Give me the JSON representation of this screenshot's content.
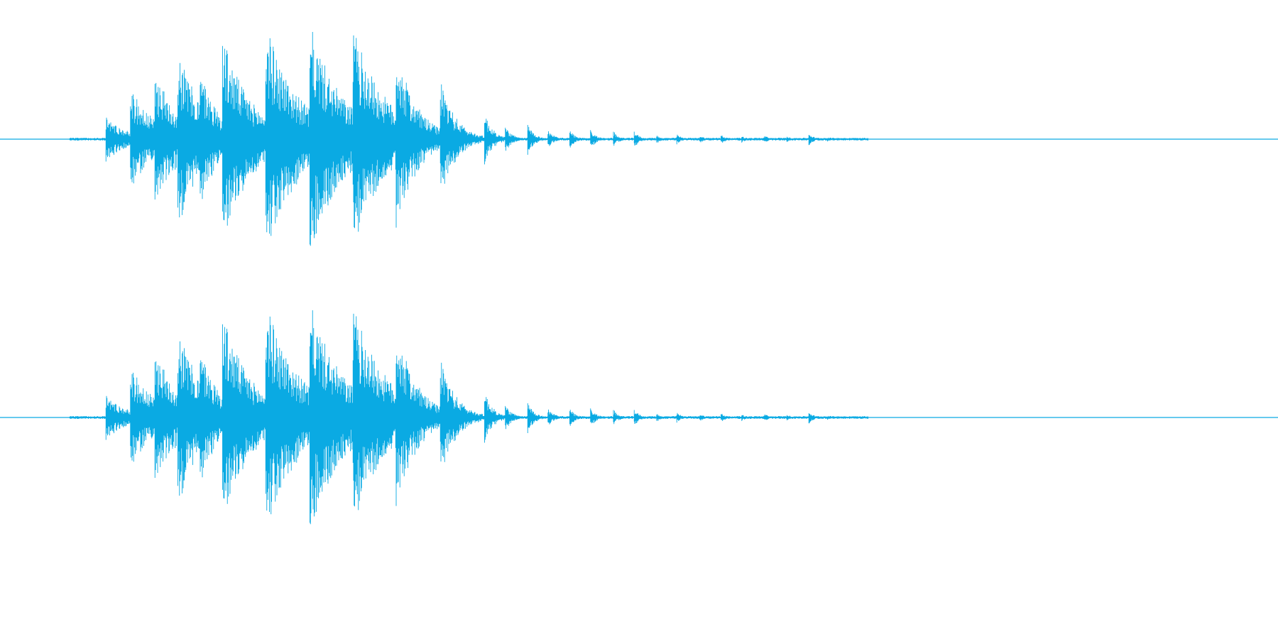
{
  "waveform": {
    "color": "#0aaae3",
    "background": "#ffffff",
    "channels": [
      {
        "name": "left"
      },
      {
        "name": "right"
      }
    ],
    "total_duration_units": 1568,
    "silence_tail_from": 1065,
    "bursts": [
      {
        "start": 130,
        "peak": 0.2,
        "decay": 25,
        "density": 2,
        "type": "noise"
      },
      {
        "start": 160,
        "peak": 0.45,
        "decay": 30,
        "density": 2,
        "type": "noise"
      },
      {
        "start": 190,
        "peak": 0.6,
        "decay": 30,
        "density": 2,
        "type": "noise"
      },
      {
        "start": 218,
        "peak": 0.8,
        "decay": 30,
        "density": 2,
        "type": "noise"
      },
      {
        "start": 245,
        "peak": 0.6,
        "decay": 25,
        "density": 2,
        "type": "noise"
      },
      {
        "start": 273,
        "peak": 0.9,
        "decay": 35,
        "density": 2,
        "type": "noise"
      },
      {
        "start": 326,
        "peak": 1.0,
        "decay": 40,
        "density": 2,
        "type": "hit"
      },
      {
        "start": 380,
        "peak": 1.0,
        "decay": 40,
        "density": 2,
        "type": "hit"
      },
      {
        "start": 433,
        "peak": 0.97,
        "decay": 40,
        "density": 2,
        "type": "hit"
      },
      {
        "start": 486,
        "peak": 0.8,
        "decay": 25,
        "density": 2,
        "type": "hit"
      },
      {
        "start": 540,
        "peak": 0.55,
        "decay": 18,
        "density": 2,
        "type": "hit"
      },
      {
        "start": 594,
        "peak": 0.25,
        "decay": 10,
        "density": 2,
        "type": "hit"
      },
      {
        "start": 620,
        "peak": 0.12,
        "decay": 8,
        "density": 2,
        "type": "hit"
      },
      {
        "start": 647,
        "peak": 0.15,
        "decay": 8,
        "density": 2,
        "type": "hit"
      },
      {
        "start": 672,
        "peak": 0.09,
        "decay": 7,
        "density": 2,
        "type": "hit"
      },
      {
        "start": 699,
        "peak": 0.08,
        "decay": 7,
        "density": 2,
        "type": "hit"
      },
      {
        "start": 724,
        "peak": 0.09,
        "decay": 7,
        "density": 2,
        "type": "hit"
      },
      {
        "start": 752,
        "peak": 0.08,
        "decay": 6,
        "density": 2,
        "type": "hit"
      },
      {
        "start": 778,
        "peak": 0.08,
        "decay": 6,
        "density": 2,
        "type": "hit"
      },
      {
        "start": 805,
        "peak": 0.04,
        "decay": 6,
        "density": 2,
        "type": "hit"
      },
      {
        "start": 830,
        "peak": 0.05,
        "decay": 6,
        "density": 2,
        "type": "hit"
      },
      {
        "start": 858,
        "peak": 0.04,
        "decay": 6,
        "density": 2,
        "type": "hit"
      },
      {
        "start": 884,
        "peak": 0.05,
        "decay": 6,
        "density": 2,
        "type": "hit"
      },
      {
        "start": 910,
        "peak": 0.03,
        "decay": 6,
        "density": 2,
        "type": "hit"
      },
      {
        "start": 937,
        "peak": 0.04,
        "decay": 6,
        "density": 2,
        "type": "hit"
      },
      {
        "start": 965,
        "peak": 0.03,
        "decay": 6,
        "density": 2,
        "type": "hit"
      },
      {
        "start": 992,
        "peak": 0.06,
        "decay": 6,
        "density": 2,
        "type": "hit"
      },
      {
        "start": 1015,
        "peak": 0.02,
        "decay": 10,
        "density": 2,
        "type": "hit"
      },
      {
        "start": 1040,
        "peak": 0.01,
        "decay": 15,
        "density": 2,
        "type": "hit"
      }
    ]
  }
}
